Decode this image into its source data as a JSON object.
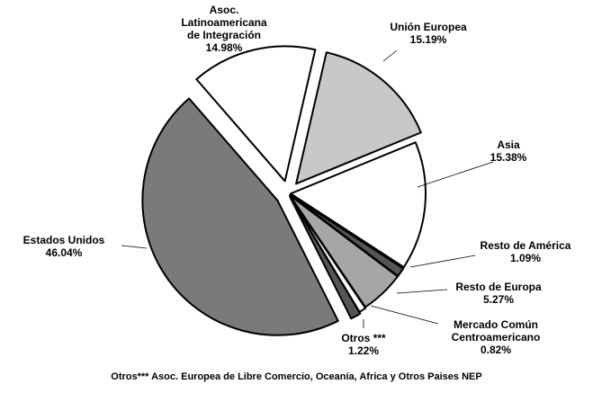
{
  "chart_data": {
    "type": "pie",
    "slices": [
      {
        "lines": [
          "Unión Europea"
        ],
        "pct": "15.19%",
        "value": 15.19,
        "color": "#c8c8c8"
      },
      {
        "lines": [
          "Asia"
        ],
        "pct": "15.38%",
        "value": 15.38,
        "color": "#ffffff"
      },
      {
        "lines": [
          "Resto de América"
        ],
        "pct": "1.09%",
        "value": 1.09,
        "color": "#555555"
      },
      {
        "lines": [
          "Resto de Europa"
        ],
        "pct": "5.27%",
        "value": 5.27,
        "color": "#a6a6a6"
      },
      {
        "lines": [
          "Mercado Común",
          "Centroamericano"
        ],
        "pct": "0.82%",
        "value": 0.82,
        "color": "#ffffff"
      },
      {
        "lines": [
          "Otros ***"
        ],
        "pct": "1.22%",
        "value": 1.22,
        "color": "#555555"
      },
      {
        "lines": [
          "Estados Unidos"
        ],
        "pct": "46.04%",
        "value": 46.04,
        "color": "#7a7a7a"
      },
      {
        "lines": [
          "Asoc.",
          "Latinoamericana",
          "de Integración"
        ],
        "pct": "14.98%",
        "value": 14.98,
        "color": "#ffffff"
      }
    ],
    "footnote": "Otros*** Asoc. Europea de Libre Comercio, Oceanía, Africa y Otros Paises NEP"
  }
}
